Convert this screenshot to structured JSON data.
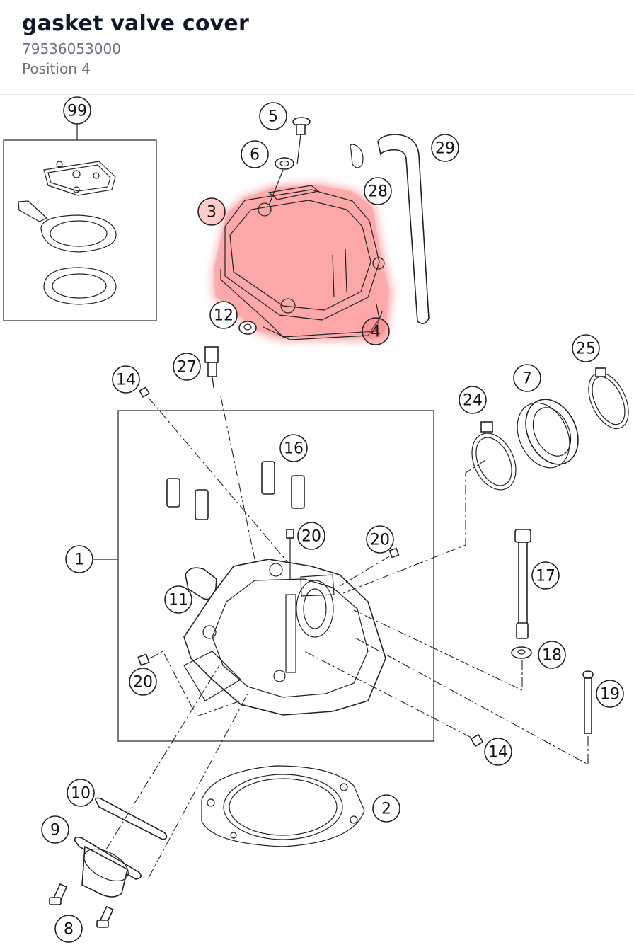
{
  "header": {
    "title": "gasket valve cover",
    "part_number": "79536053000",
    "position": "Position 4"
  },
  "colors": {
    "highlight": "#f87171",
    "ink": "#222222"
  },
  "callouts": [
    {
      "label": "99"
    },
    {
      "label": "5"
    },
    {
      "label": "6"
    },
    {
      "label": "29"
    },
    {
      "label": "28"
    },
    {
      "label": "3"
    },
    {
      "label": "12"
    },
    {
      "label": "4"
    },
    {
      "label": "27"
    },
    {
      "label": "14"
    },
    {
      "label": "25"
    },
    {
      "label": "7"
    },
    {
      "label": "24"
    },
    {
      "label": "16"
    },
    {
      "label": "1"
    },
    {
      "label": "20"
    },
    {
      "label": "20"
    },
    {
      "label": "11"
    },
    {
      "label": "17"
    },
    {
      "label": "18"
    },
    {
      "label": "20"
    },
    {
      "label": "19"
    },
    {
      "label": "14"
    },
    {
      "label": "10"
    },
    {
      "label": "2"
    },
    {
      "label": "9"
    },
    {
      "label": "8"
    }
  ],
  "highlighted_labels": [
    "3",
    "4"
  ]
}
